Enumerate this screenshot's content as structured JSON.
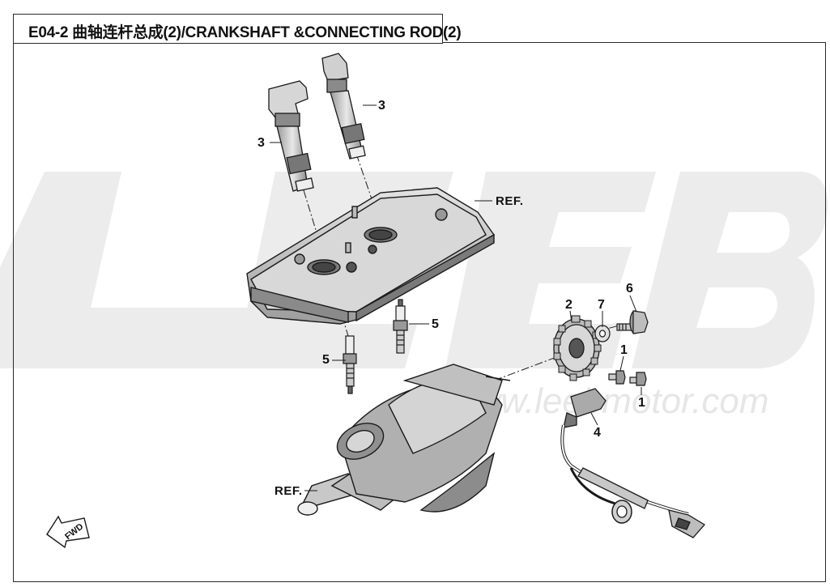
{
  "title": "E04-2  曲轴连杆总成(2)/CRANKSHAFT &CONNECTING ROD(2)",
  "watermark": {
    "logo_text": "LEEB",
    "url_text": "www.leebmotor.com"
  },
  "callouts": {
    "coil_left": "3",
    "coil_right": "3",
    "ref_cover": "REF.",
    "plug_right": "5",
    "plug_left": "5",
    "gear": "2",
    "washer": "7",
    "bolt_top": "6",
    "screw_upper": "1",
    "screw_lower": "1",
    "sensor": "4",
    "ref_crank": "REF."
  },
  "fwd_label": "FWD",
  "colors": {
    "line": "#1a1a1a",
    "watermark": "#ebebeb",
    "shade": "#cfcfcf",
    "dark": "#6e6e6e"
  }
}
